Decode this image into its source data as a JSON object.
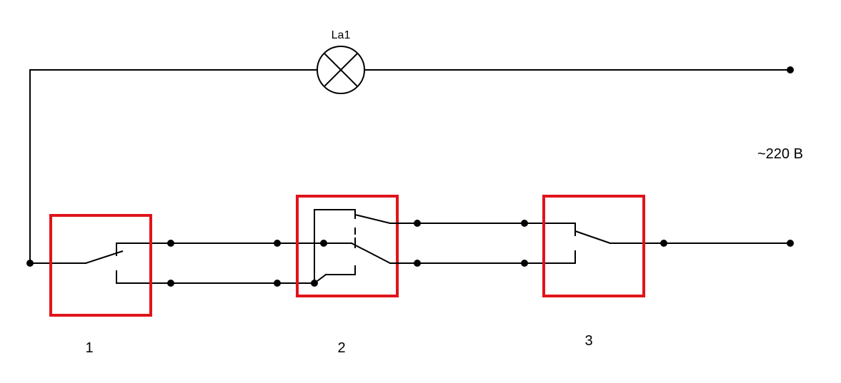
{
  "diagram": {
    "lamp": {
      "label": "La1",
      "icon": "lamp-icon"
    },
    "supply": {
      "label": "~220 В"
    },
    "switches": [
      {
        "number": "1"
      },
      {
        "number": "2"
      },
      {
        "number": "3"
      }
    ],
    "colors": {
      "wire": "#000000",
      "switch_frame": "#e0141b",
      "background": "#ffffff"
    }
  }
}
